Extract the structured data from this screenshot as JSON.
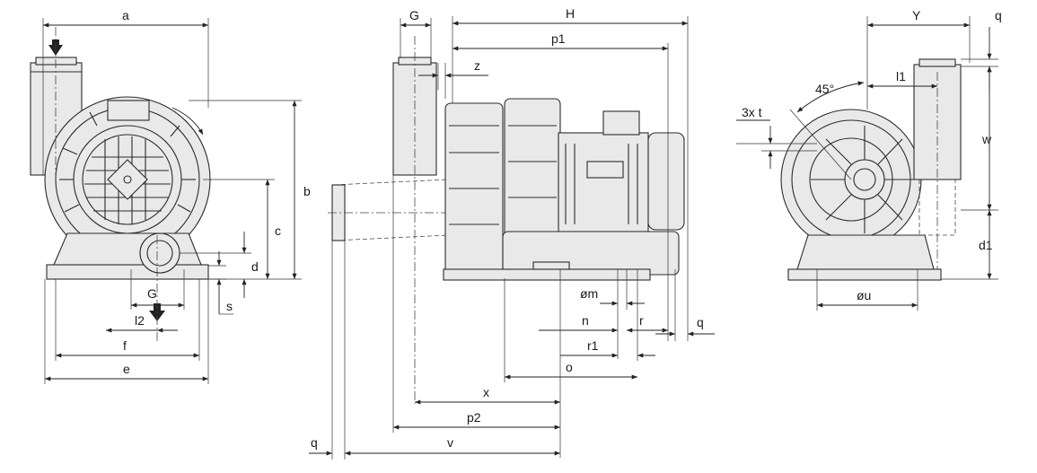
{
  "labels": {
    "a": "a",
    "b": "b",
    "c": "c",
    "d": "d",
    "s": "s",
    "G_front": "G",
    "l2": "l2",
    "f": "f",
    "e": "e",
    "G_side": "G",
    "H": "H",
    "p1": "p1",
    "z": "z",
    "m": "øm",
    "n": "n",
    "r": "r",
    "q_side": "q",
    "r1": "r1",
    "o": "o",
    "x": "x",
    "p2": "p2",
    "q_bottom": "q",
    "v": "v",
    "Y": "Y",
    "q_rear": "q",
    "l1": "l1",
    "angle": "45°",
    "holes": "3x t",
    "w": "w",
    "d1": "d1",
    "u": "øu"
  },
  "colors": {
    "line": "#222222",
    "fill": "#e9e9e9"
  }
}
